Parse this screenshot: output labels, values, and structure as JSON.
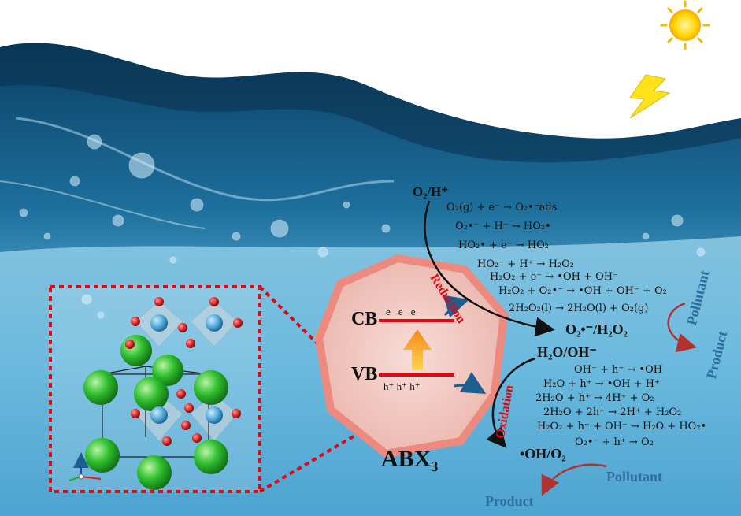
{
  "perovskite": {
    "formula": "ABX₃",
    "cb_label": "CB",
    "vb_label": "VB",
    "cb_electrons": "e⁻ e⁻ e⁻",
    "vb_holes": "h⁺ h⁺ h⁺"
  },
  "reduction": {
    "label": "Reduction",
    "reactant": "O₂/H⁺",
    "product": "O₂•⁻/H₂O₂",
    "equations": [
      "O₂(g) + e⁻ → O₂•⁻ads",
      "O₂•⁻ + H⁺ → HO₂•",
      "HO₂• + e⁻ → HO₂⁻",
      "HO₂⁻ + H⁺ → H₂O₂",
      "H₂O₂ + e⁻ → •OH +  OH⁻",
      "H₂O₂ + O₂•⁻ → •OH +  OH⁻ + O₂",
      "2H₂O₂(l) → 2H₂O(l) + O₂(g)"
    ]
  },
  "oxidation": {
    "label": "Oxidation",
    "reactant": "H₂O/OH⁻",
    "product": "•OH/O₂",
    "equations": [
      "OH⁻ + h⁺ → •OH",
      "H₂O + h⁺ → •OH + H⁺",
      "2H₂O + h⁺ → 4H⁺ + O₂",
      "2H₂O + 2h⁺ → 2H⁺ + H₂O₂",
      "H₂O₂ + h⁺ + OH⁻ → H₂O + HO₂•",
      "O₂•⁻ + h⁺ → O₂"
    ]
  },
  "cycles": {
    "upper_pollutant": "Pollutant",
    "upper_product": "Product",
    "lower_pollutant": "Pollutant",
    "lower_product": "Product"
  },
  "colors": {
    "water_dark": "#0b3f63",
    "water_light": "#6fc3e6",
    "band_line": "#e30613",
    "hexagon_fill": "#f3c9c2",
    "hexagon_stroke": "#ec8a80",
    "label_red": "#e30613",
    "pollutant_text": "#2f6e9e",
    "cycle_arrow": "#b3312f",
    "sun": "#ffd400",
    "atom_green": "#2fbf2f",
    "atom_blue": "#4aa3d6",
    "atom_red": "#d61f1f"
  }
}
